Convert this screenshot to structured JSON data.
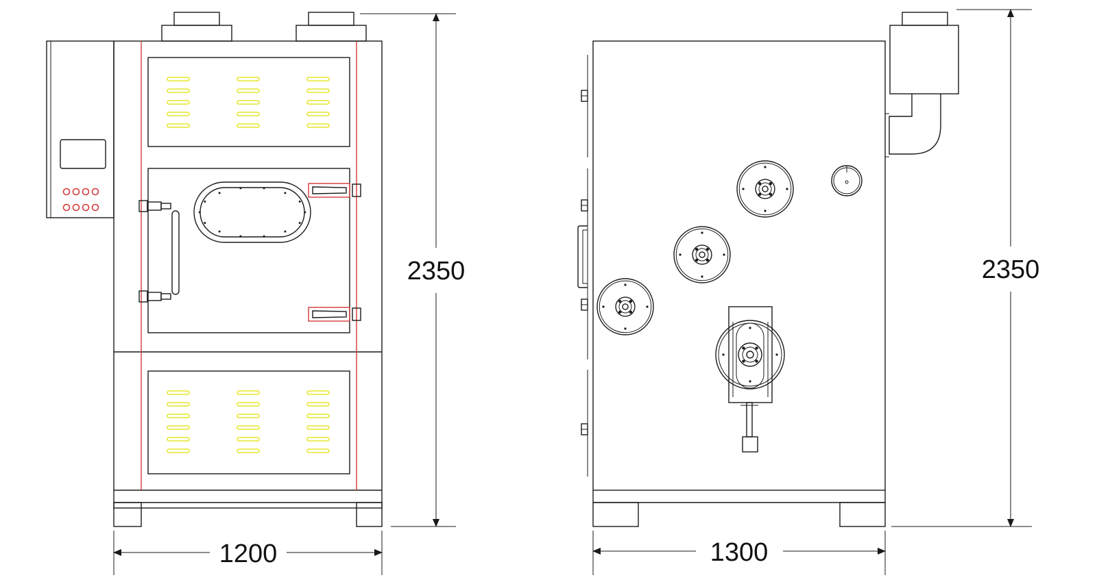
{
  "colors": {
    "line": "#1a1a1a",
    "accent_red": "#d43a3a",
    "vent_yellow": "#e6e62a"
  },
  "front_view": {
    "width_label": "1200",
    "height_label": "2350"
  },
  "side_view": {
    "width_label": "1300",
    "height_label": "2350"
  }
}
